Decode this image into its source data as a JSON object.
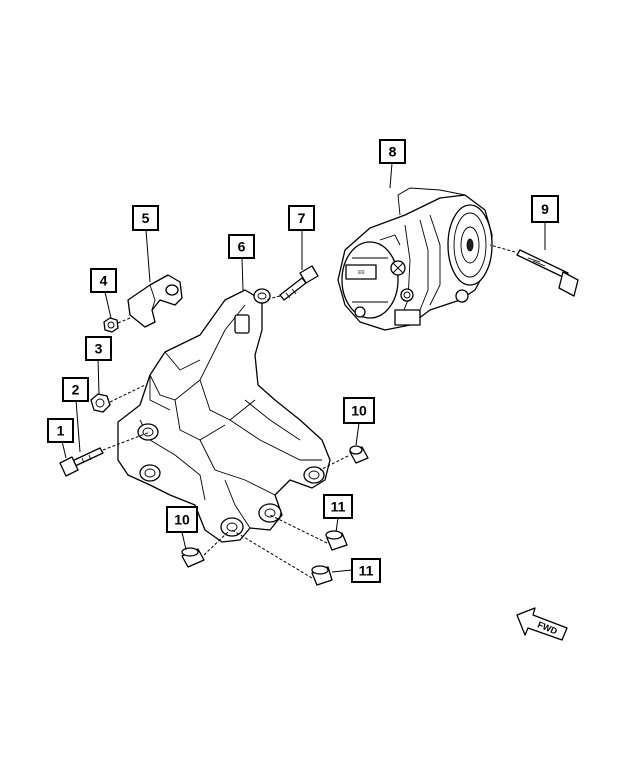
{
  "callouts": [
    {
      "id": "callout-1",
      "label": "1"
    },
    {
      "id": "callout-2",
      "label": "2"
    },
    {
      "id": "callout-3",
      "label": "3"
    },
    {
      "id": "callout-4",
      "label": "4"
    },
    {
      "id": "callout-5",
      "label": "5"
    },
    {
      "id": "callout-6",
      "label": "6"
    },
    {
      "id": "callout-7",
      "label": "7"
    },
    {
      "id": "callout-8",
      "label": "8"
    },
    {
      "id": "callout-9",
      "label": "9"
    },
    {
      "id": "callout-10a",
      "label": "10"
    },
    {
      "id": "callout-10b",
      "label": "10"
    },
    {
      "id": "callout-11a",
      "label": "11"
    },
    {
      "id": "callout-11b",
      "label": "11"
    }
  ],
  "fwd_indicator": {
    "label": "FWD"
  }
}
